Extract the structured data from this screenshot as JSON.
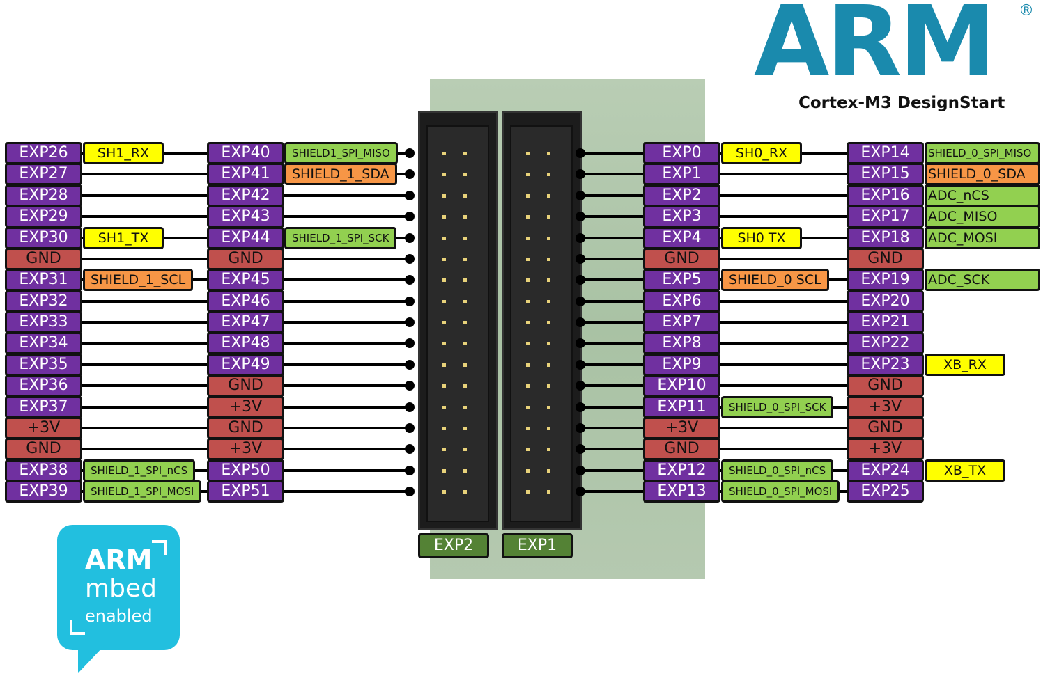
{
  "colors": {
    "purple": "#7030a0",
    "red": "#c0504d",
    "yellow": "#ffff00",
    "orange": "#f79646",
    "green": "#92d050",
    "arm_teal": "#1a8aad",
    "mbed_cyan": "#22bfdf"
  },
  "logo": {
    "brand": "ARM",
    "registered": "®",
    "subtitle": "Cortex-M3 DesignStart"
  },
  "mbed_logo": {
    "line1": "ARM",
    "line2": "mbed",
    "line3": "enabled"
  },
  "connectors": {
    "left": "EXP2",
    "right": "EXP1"
  },
  "col_a": {
    "pins": [
      "EXP26",
      "EXP27",
      "EXP28",
      "EXP29",
      "EXP30",
      "GND",
      "EXP31",
      "EXP32",
      "EXP33",
      "EXP34",
      "EXP35",
      "EXP36",
      "EXP37",
      "+3V",
      "GND",
      "EXP38",
      "EXP39"
    ],
    "tags": [
      {
        "row": 0,
        "text": "SH1_RX",
        "color": "yellow"
      },
      {
        "row": 4,
        "text": "SH1_TX",
        "color": "yellow"
      },
      {
        "row": 6,
        "text": "SHIELD_1_SCL",
        "color": "orange"
      },
      {
        "row": 15,
        "text": "SHIELD_1_SPI_nCS",
        "color": "green",
        "small": true
      },
      {
        "row": 16,
        "text": "SHIELD_1_SPI_MOSI",
        "color": "green",
        "small": true
      }
    ]
  },
  "col_b": {
    "pins": [
      "EXP40",
      "EXP41",
      "EXP42",
      "EXP43",
      "EXP44",
      "GND",
      "EXP45",
      "EXP46",
      "EXP47",
      "EXP48",
      "EXP49",
      "GND",
      "+3V",
      "GND",
      "+3V",
      "EXP50",
      "EXP51"
    ],
    "tags": [
      {
        "row": 0,
        "text": "SHIELD1_SPI_MISO",
        "color": "green",
        "small": true
      },
      {
        "row": 1,
        "text": "SHIELD_1_SDA",
        "color": "orange"
      },
      {
        "row": 4,
        "text": "SHIELD_1_SPI_SCK",
        "color": "green",
        "small": true
      }
    ]
  },
  "col_c": {
    "pins": [
      "EXP0",
      "EXP1",
      "EXP2",
      "EXP3",
      "EXP4",
      "GND",
      "EXP5",
      "EXP6",
      "EXP7",
      "EXP8",
      "EXP9",
      "EXP10",
      "EXP11",
      "+3V",
      "GND",
      "EXP12",
      "EXP13"
    ],
    "tags": [
      {
        "row": 0,
        "text": "SH0_RX",
        "color": "yellow"
      },
      {
        "row": 4,
        "text": "SH0 TX",
        "color": "yellow"
      },
      {
        "row": 6,
        "text": "SHIELD_0 SCL",
        "color": "orange"
      },
      {
        "row": 12,
        "text": "SHIELD_0_SPI_SCK",
        "color": "green",
        "small": true
      },
      {
        "row": 15,
        "text": "SHIELD_0_SPI_nCS",
        "color": "green",
        "small": true
      },
      {
        "row": 16,
        "text": "SHIELD_0_SPI_MOSI",
        "color": "green",
        "small": true
      }
    ]
  },
  "col_d": {
    "pins": [
      "EXP14",
      "EXP15",
      "EXP16",
      "EXP17",
      "EXP18",
      "GND",
      "EXP19",
      "EXP20",
      "EXP21",
      "EXP22",
      "EXP23",
      "GND",
      "+3V",
      "GND",
      "+3V",
      "EXP24",
      "EXP25"
    ],
    "tags": [
      {
        "row": 0,
        "text": "SHIELD_0_SPI_MISO",
        "color": "green",
        "small": true,
        "wide": true
      },
      {
        "row": 1,
        "text": "SHIELD_0_SDA",
        "color": "orange",
        "wide": true
      },
      {
        "row": 2,
        "text": "ADC_nCS",
        "color": "green",
        "wide": true
      },
      {
        "row": 3,
        "text": "ADC_MISO",
        "color": "green",
        "wide": true
      },
      {
        "row": 4,
        "text": "ADC_MOSI",
        "color": "green",
        "wide": true
      },
      {
        "row": 6,
        "text": "ADC_SCK",
        "color": "green",
        "wide": true
      },
      {
        "row": 10,
        "text": "XB_RX",
        "color": "yellow"
      },
      {
        "row": 15,
        "text": "XB_TX",
        "color": "yellow"
      }
    ]
  }
}
